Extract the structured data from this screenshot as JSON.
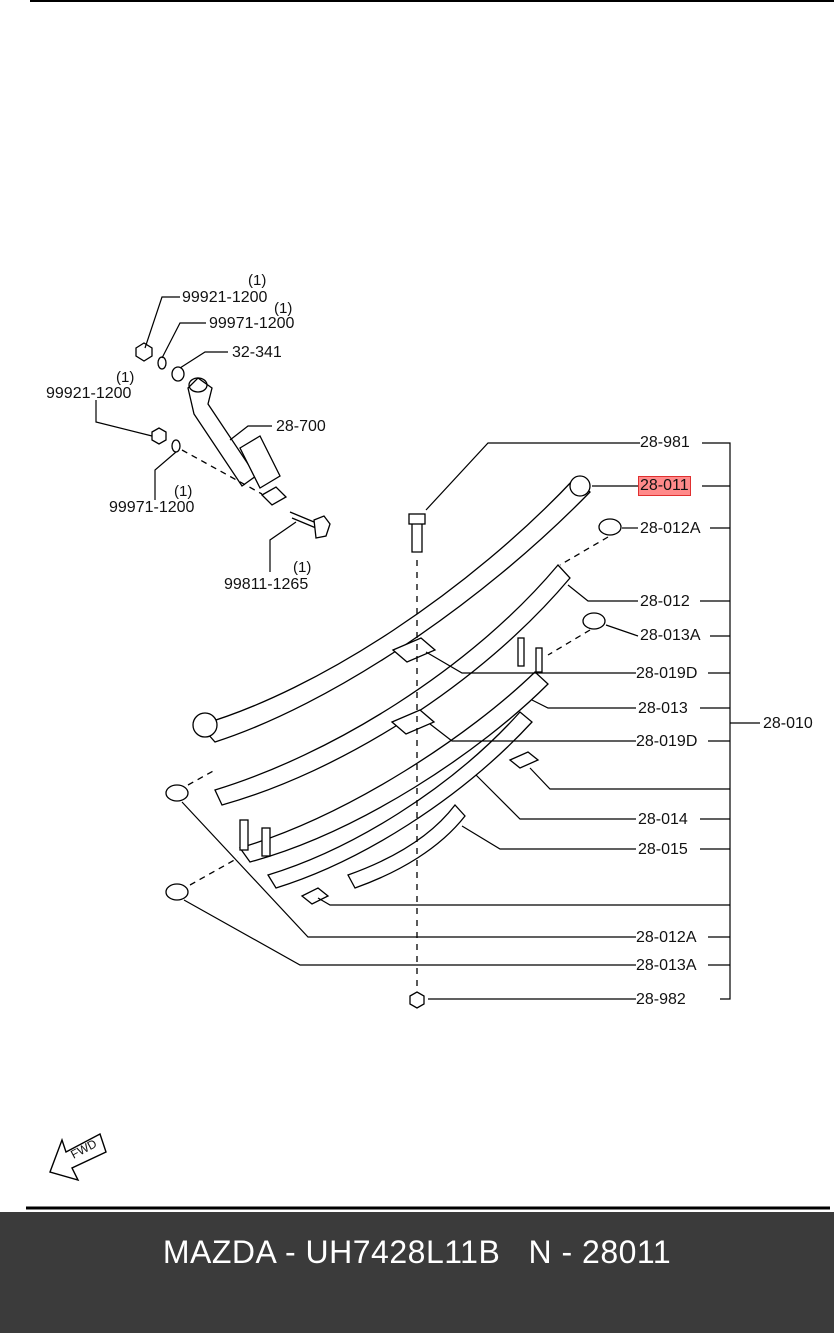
{
  "diagram": {
    "labels": {
      "l1": "99921-1200",
      "l2": "99971-1200",
      "l3": "32-341",
      "l4": "99921-1200",
      "l5": "28-700",
      "l6": "99971-1200",
      "l7": "99811-1265",
      "l8": "28-981",
      "l9": "28-011",
      "l10": "28-012A",
      "l11": "28-012",
      "l12": "28-013A",
      "l13": "28-019D",
      "l14": "28-013",
      "l15": "28-019D",
      "l16": "28-010",
      "l17": "28-014",
      "l18": "28-015",
      "l19": "28-012A",
      "l20": "28-013A",
      "l21": "28-982"
    },
    "quantities": {
      "q1": "(1)",
      "q2": "(1)",
      "q3": "(1)",
      "q4": "(1)",
      "q5": "(1)"
    },
    "fwd_label": "FWD",
    "highlight_color": "#ff8a8a"
  },
  "footer": {
    "title": "MAZDA - UH7428L11B   N - 28011",
    "background": "#3b3b3b"
  }
}
